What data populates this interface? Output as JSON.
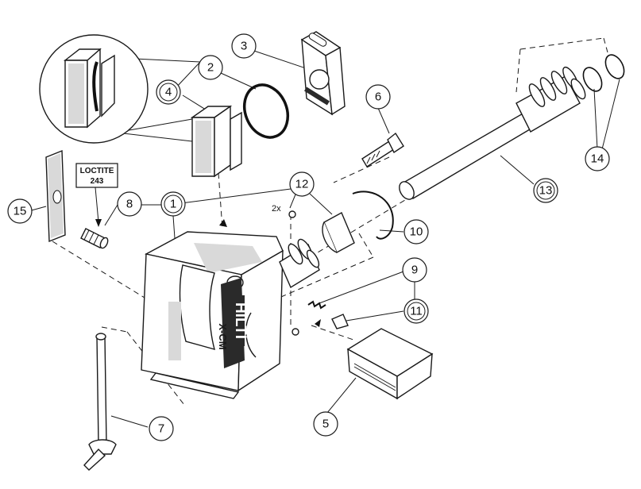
{
  "callouts": [
    {
      "id": "c1",
      "label": "1",
      "double": true
    },
    {
      "id": "c2",
      "label": "2",
      "double": false
    },
    {
      "id": "c3",
      "label": "3",
      "double": false
    },
    {
      "id": "c4",
      "label": "4",
      "double": true
    },
    {
      "id": "c5",
      "label": "5",
      "double": false
    },
    {
      "id": "c6",
      "label": "6",
      "double": false
    },
    {
      "id": "c7",
      "label": "7",
      "double": false
    },
    {
      "id": "c8",
      "label": "8",
      "double": false
    },
    {
      "id": "c9",
      "label": "9",
      "double": false
    },
    {
      "id": "c10",
      "label": "10",
      "double": false
    },
    {
      "id": "c11",
      "label": "11",
      "double": true
    },
    {
      "id": "c12",
      "label": "12",
      "double": false
    },
    {
      "id": "c13",
      "label": "13",
      "double": true
    },
    {
      "id": "c14",
      "label": "14",
      "double": false
    },
    {
      "id": "c15",
      "label": "15",
      "double": false
    }
  ],
  "loctite_label": {
    "line1": "LOCTITE",
    "line2": "243"
  },
  "quantity_note": "2x",
  "body_brand": "HILTI",
  "body_model": "X-CM"
}
